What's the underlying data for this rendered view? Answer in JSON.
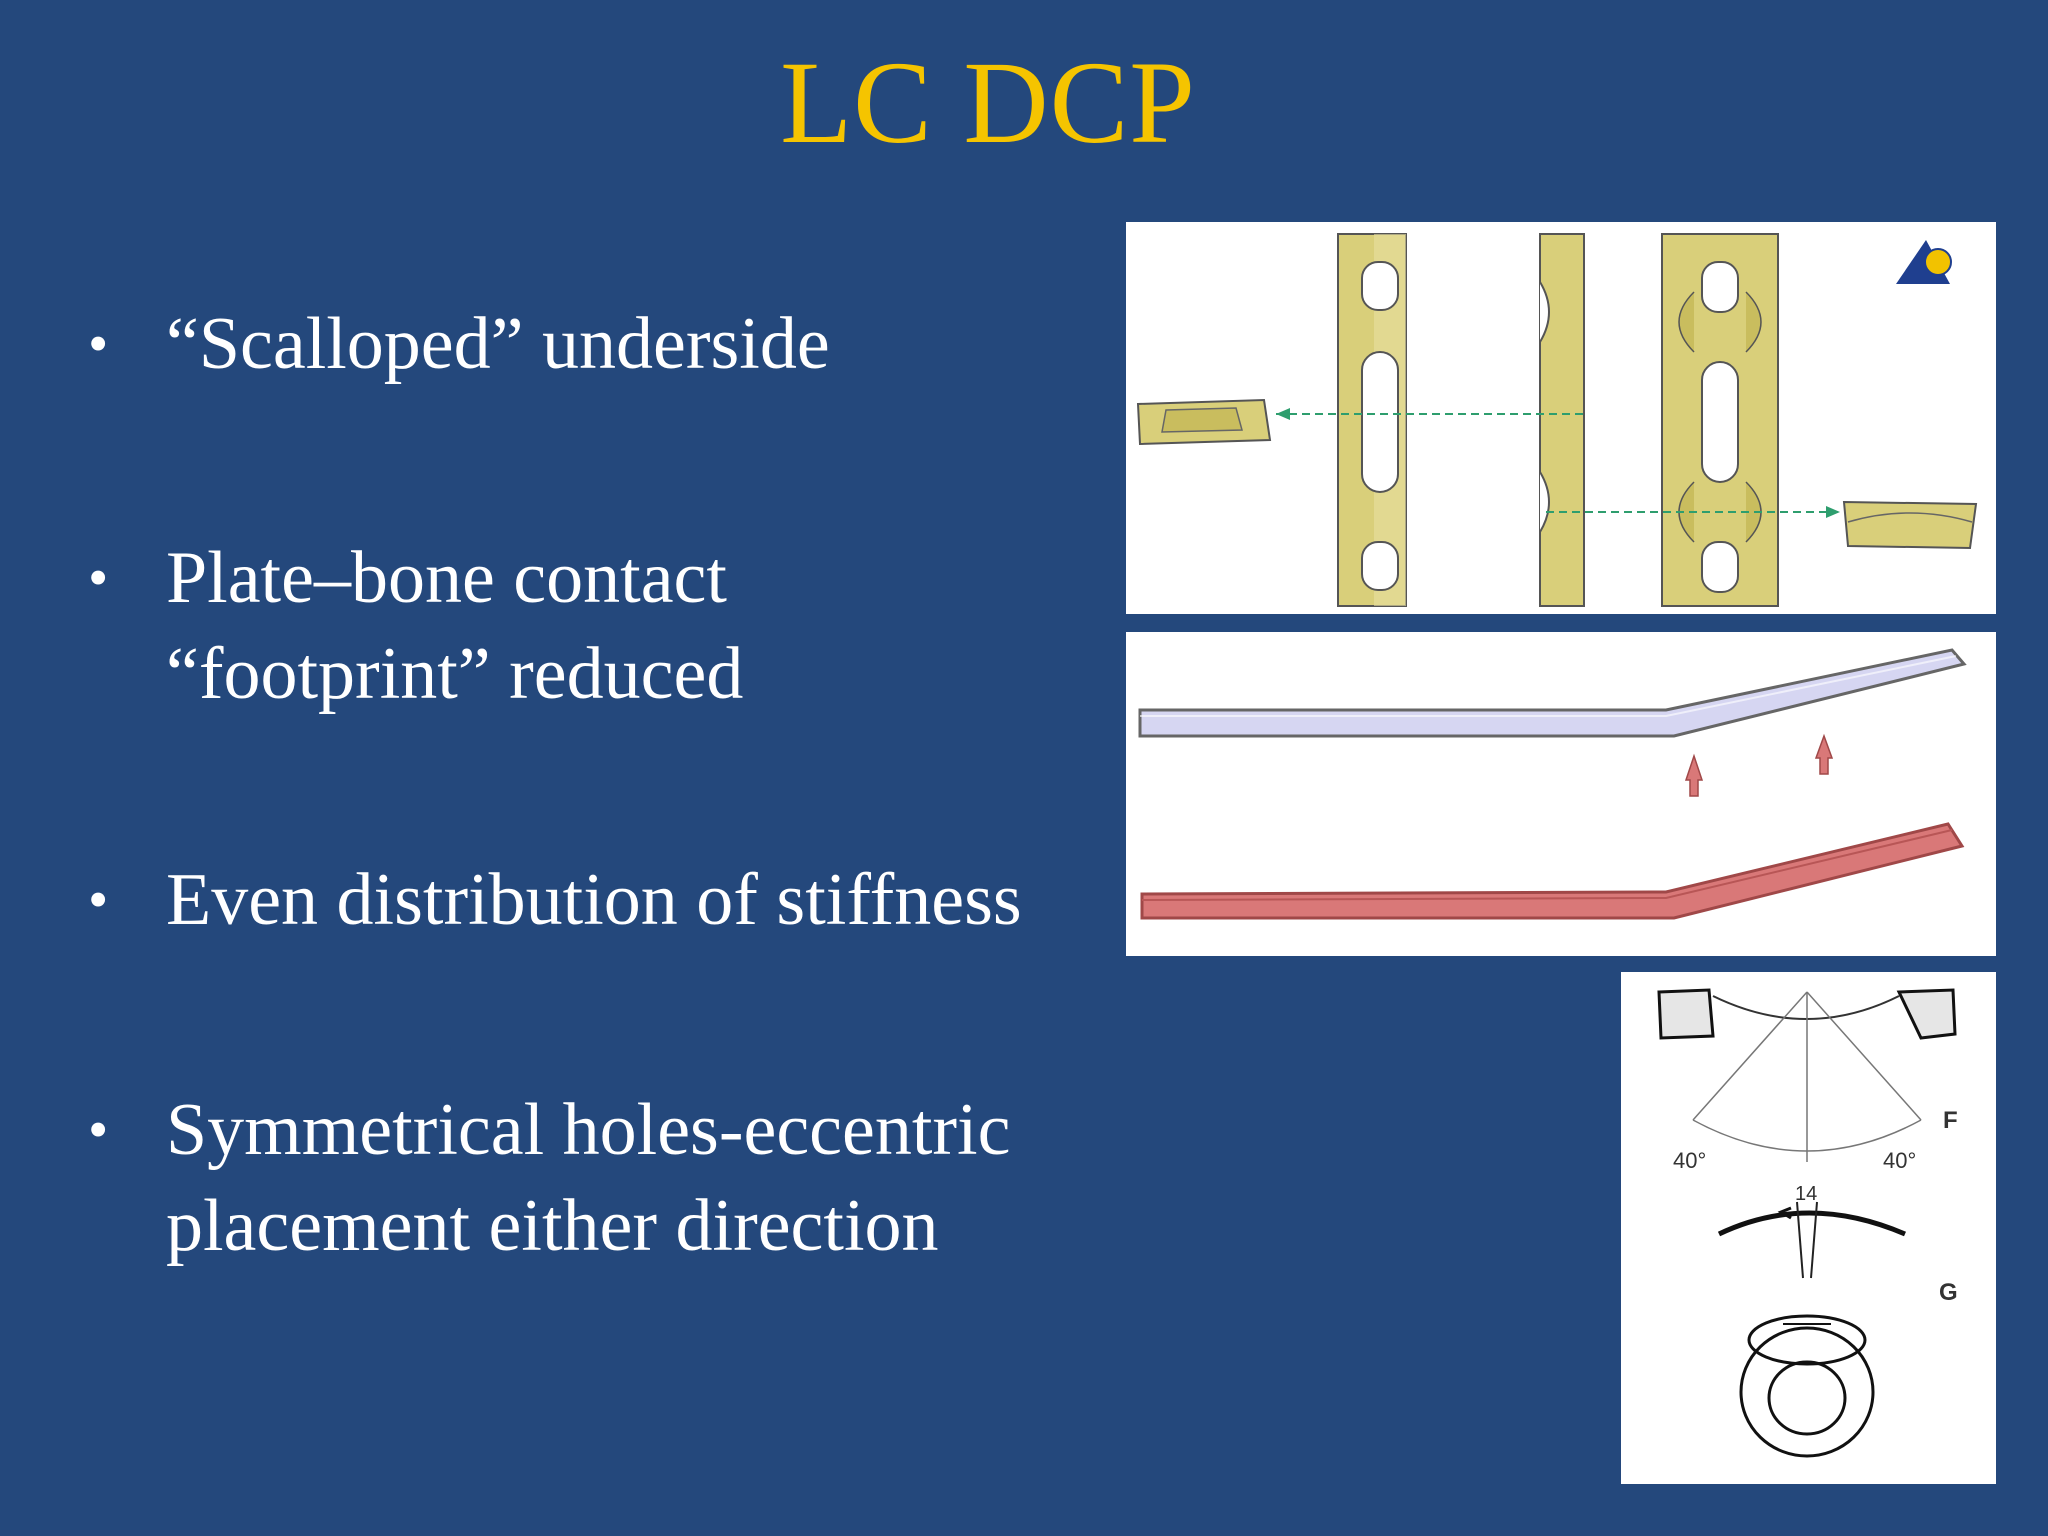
{
  "slide": {
    "title": "LC DCP",
    "bullets": [
      {
        "symbol": "•",
        "lines": [
          "“Scalloped” underside"
        ]
      },
      {
        "symbol": "•",
        "lines": [
          "Plate–bone contact",
          "“footprint” reduced"
        ]
      },
      {
        "symbol": "•",
        "lines": [
          "Even distribution of stiffness"
        ]
      },
      {
        "symbol": "•",
        "lines": [
          "Symmetrical holes-eccentric",
          "placement either direction"
        ]
      }
    ]
  },
  "figures": {
    "diagram_labels": {
      "angle_left": "40°",
      "angle_right": "40°",
      "width": "14",
      "label_f": "F",
      "label_g": "G"
    }
  },
  "colors": {
    "background": "#24487c",
    "title": "#f5c400",
    "text": "#ffffff",
    "plate_gold": "#d9cf7a",
    "plate_lilac": "#d6d6f2",
    "plate_red": "#d97878",
    "arrow_green": "#2e9e6e"
  }
}
